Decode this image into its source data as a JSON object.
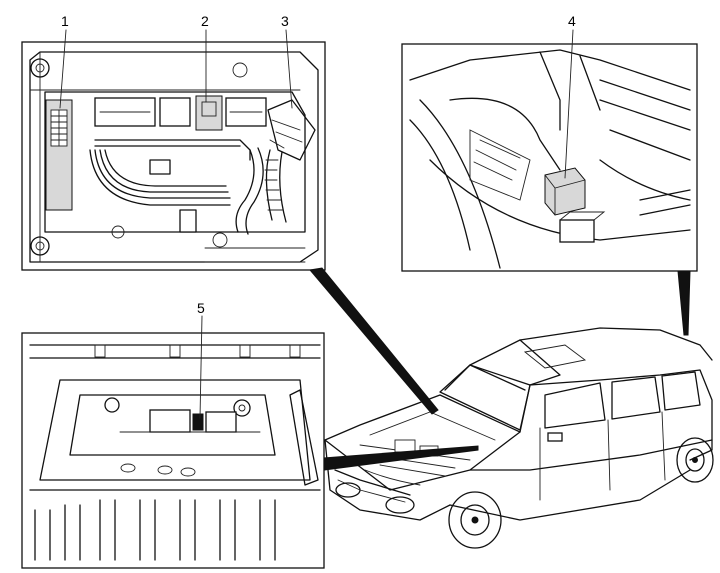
{
  "callouts": [
    {
      "id": "1",
      "label": "1"
    },
    {
      "id": "2",
      "label": "2"
    },
    {
      "id": "3",
      "label": "3"
    },
    {
      "id": "4",
      "label": "4"
    },
    {
      "id": "5",
      "label": "5"
    }
  ],
  "colors": {
    "ink": "#111111",
    "background": "#ffffff",
    "shade": "#d8d8d8"
  }
}
